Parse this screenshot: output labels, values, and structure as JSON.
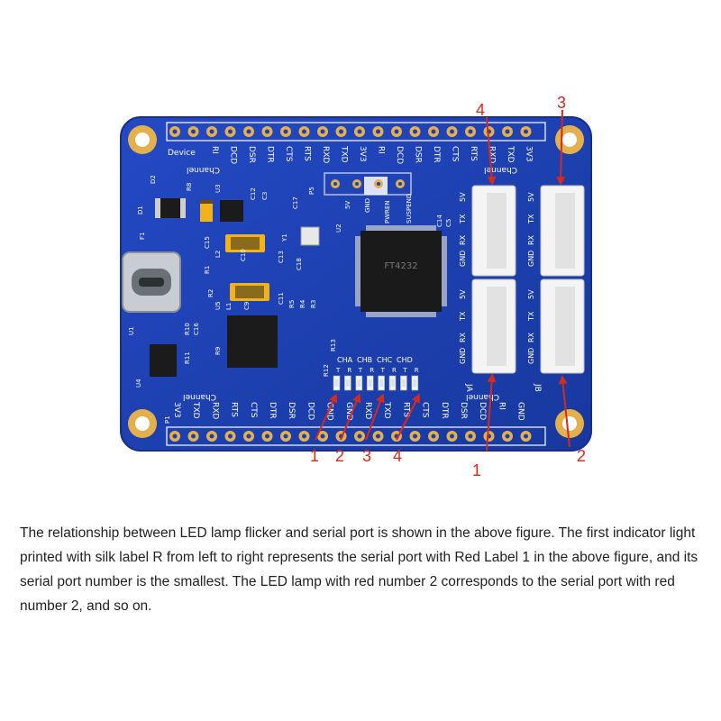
{
  "colors": {
    "pcb": "#1d3fb4",
    "pcb_edge": "#152f8a",
    "gold": "#e3b04b",
    "annotation_red": "#d42a1f",
    "silk": "#ffffff"
  },
  "board": {
    "header_top_labels": [
      "RI",
      "DCD",
      "DSR",
      "DTR",
      "CTS",
      "RTS",
      "RXD",
      "TXD",
      "3V3",
      "RI",
      "DCD",
      "DSR",
      "DTR",
      "CTS",
      "RTS",
      "RXD",
      "TXD",
      "3V3"
    ],
    "header_bottom_labels": [
      "3V3",
      "TXD",
      "RXD",
      "RTS",
      "CTS",
      "DTR",
      "DSR",
      "DCD",
      "GND",
      "GND",
      "RXD",
      "TXD",
      "RTS",
      "CTS",
      "DTR",
      "DSR",
      "DCD",
      "RI",
      "GND"
    ],
    "channel_top_left": "Channel",
    "channel_top_right": "Channel",
    "channel_bottom_left": "Channel",
    "channel_bottom_right": "Channel",
    "device_label": "Device",
    "chip_mark": "FT4232",
    "led_channel_labels": [
      "CHA",
      "CHB",
      "CHC",
      "CHD"
    ],
    "led_sublabels": [
      "T",
      "R",
      "T",
      "R",
      "T",
      "R",
      "T",
      "R"
    ],
    "connector_pin_labels": [
      "GND",
      "RX",
      "TX",
      "5V"
    ],
    "connector_labels": [
      "JA",
      "JB"
    ],
    "component_labels": [
      "D2",
      "D1",
      "R8",
      "U3",
      "C12",
      "C3",
      "F1",
      "C15",
      "R1",
      "L2",
      "C10",
      "C13",
      "R2",
      "U5",
      "L1",
      "C9",
      "C11",
      "U1",
      "R10",
      "C16",
      "R11",
      "R9",
      "U4",
      "P1",
      "C17",
      "Y1",
      "U2",
      "R3",
      "R4",
      "R5",
      "C18",
      "R13",
      "R12",
      "C14",
      "C5",
      "P5",
      "5V",
      "GND",
      "PWREN",
      "SUSPEND"
    ]
  },
  "annotations": {
    "led_numbers": [
      "1",
      "2",
      "3",
      "4"
    ],
    "port_numbers": [
      "1",
      "2",
      "3",
      "4"
    ]
  },
  "caption": "The relationship between LED lamp flicker and serial port is shown in the above figure. The first indicator light printed with silk label R from left to right represents the serial port with Red Label 1 in the above figure, and its serial port number is the smallest. The LED lamp with red number 2 corresponds to the serial port with red number 2, and so on."
}
